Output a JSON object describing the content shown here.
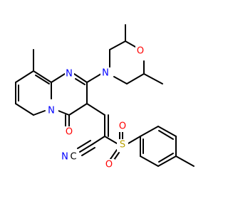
{
  "molecule": {
    "atoms": [
      {
        "id": "N1",
        "label": "N",
        "color": "#0000ff"
      },
      {
        "id": "N2",
        "label": "N",
        "color": "#0000ff"
      },
      {
        "id": "N3",
        "label": "N",
        "color": "#0000ff"
      },
      {
        "id": "N4",
        "label": "N",
        "color": "#0000ff"
      },
      {
        "id": "O1",
        "label": "O",
        "color": "#ff0000"
      },
      {
        "id": "O2",
        "label": "O",
        "color": "#ff0000"
      },
      {
        "id": "O3",
        "label": "O",
        "color": "#ff0000"
      },
      {
        "id": "O4",
        "label": "O",
        "color": "#ff0000"
      },
      {
        "id": "S1",
        "label": "S",
        "color": "#b8a000"
      },
      {
        "id": "C1",
        "label": "C",
        "color": "#000000"
      }
    ],
    "bond_color": "#000000"
  }
}
